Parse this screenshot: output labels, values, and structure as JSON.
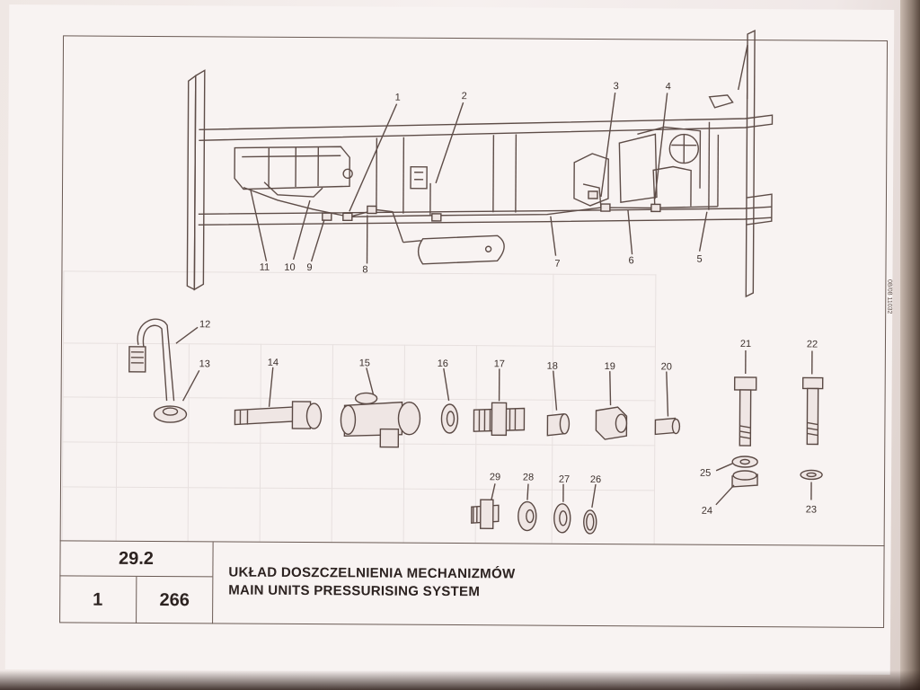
{
  "sheet": {
    "code": "29.2",
    "sheet_number": "1",
    "page_number": "266",
    "title_pl": "UKŁAD DOSZCZELNIENIA MECHANIZMÓW",
    "title_en": "MAIN UNITS PRESSURISING SYSTEM",
    "side_code": "08/08 11032"
  },
  "callouts": {
    "c1": "1",
    "c2": "2",
    "c3": "3",
    "c4": "4",
    "c5": "5",
    "c6": "6",
    "c7": "7",
    "c8": "8",
    "c9": "9",
    "c10": "10",
    "c11": "11",
    "c12": "12",
    "c13": "13",
    "c14": "14",
    "c15": "15",
    "c16": "16",
    "c17": "17",
    "c18": "18",
    "c19": "19",
    "c20": "20",
    "c21": "21",
    "c22": "22",
    "c23": "23",
    "c24": "24",
    "c25": "25",
    "c26": "26",
    "c27": "27",
    "c28": "28",
    "c29": "29"
  },
  "colors": {
    "paper": "#f8f3f2",
    "ink": "#5e4d48",
    "text": "#2c2220"
  }
}
